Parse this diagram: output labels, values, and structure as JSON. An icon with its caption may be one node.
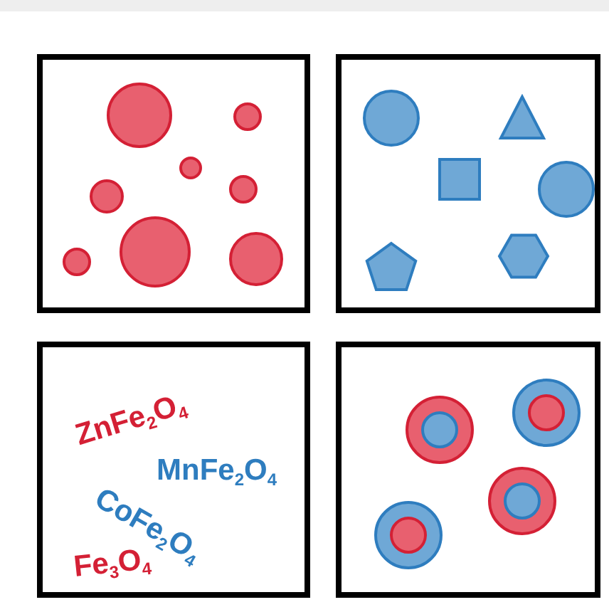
{
  "diagram": {
    "nodes": [
      {
        "text": [],
        "shape": "box"
      },
      {
        "text": [],
        "shape": "box"
      },
      {
        "text": [
          "ZnFe$_{2}$O$_{4}$",
          "MnFe$_{2}$O$_{4}$",
          "CoFe$_{2}$O$_{4}$",
          "Fe$_{3}$O$_{4}$"
        ]
      },
      {
        "text": [],
        "shape": "box"
      }
    ],
    "edges": []
  }
}
